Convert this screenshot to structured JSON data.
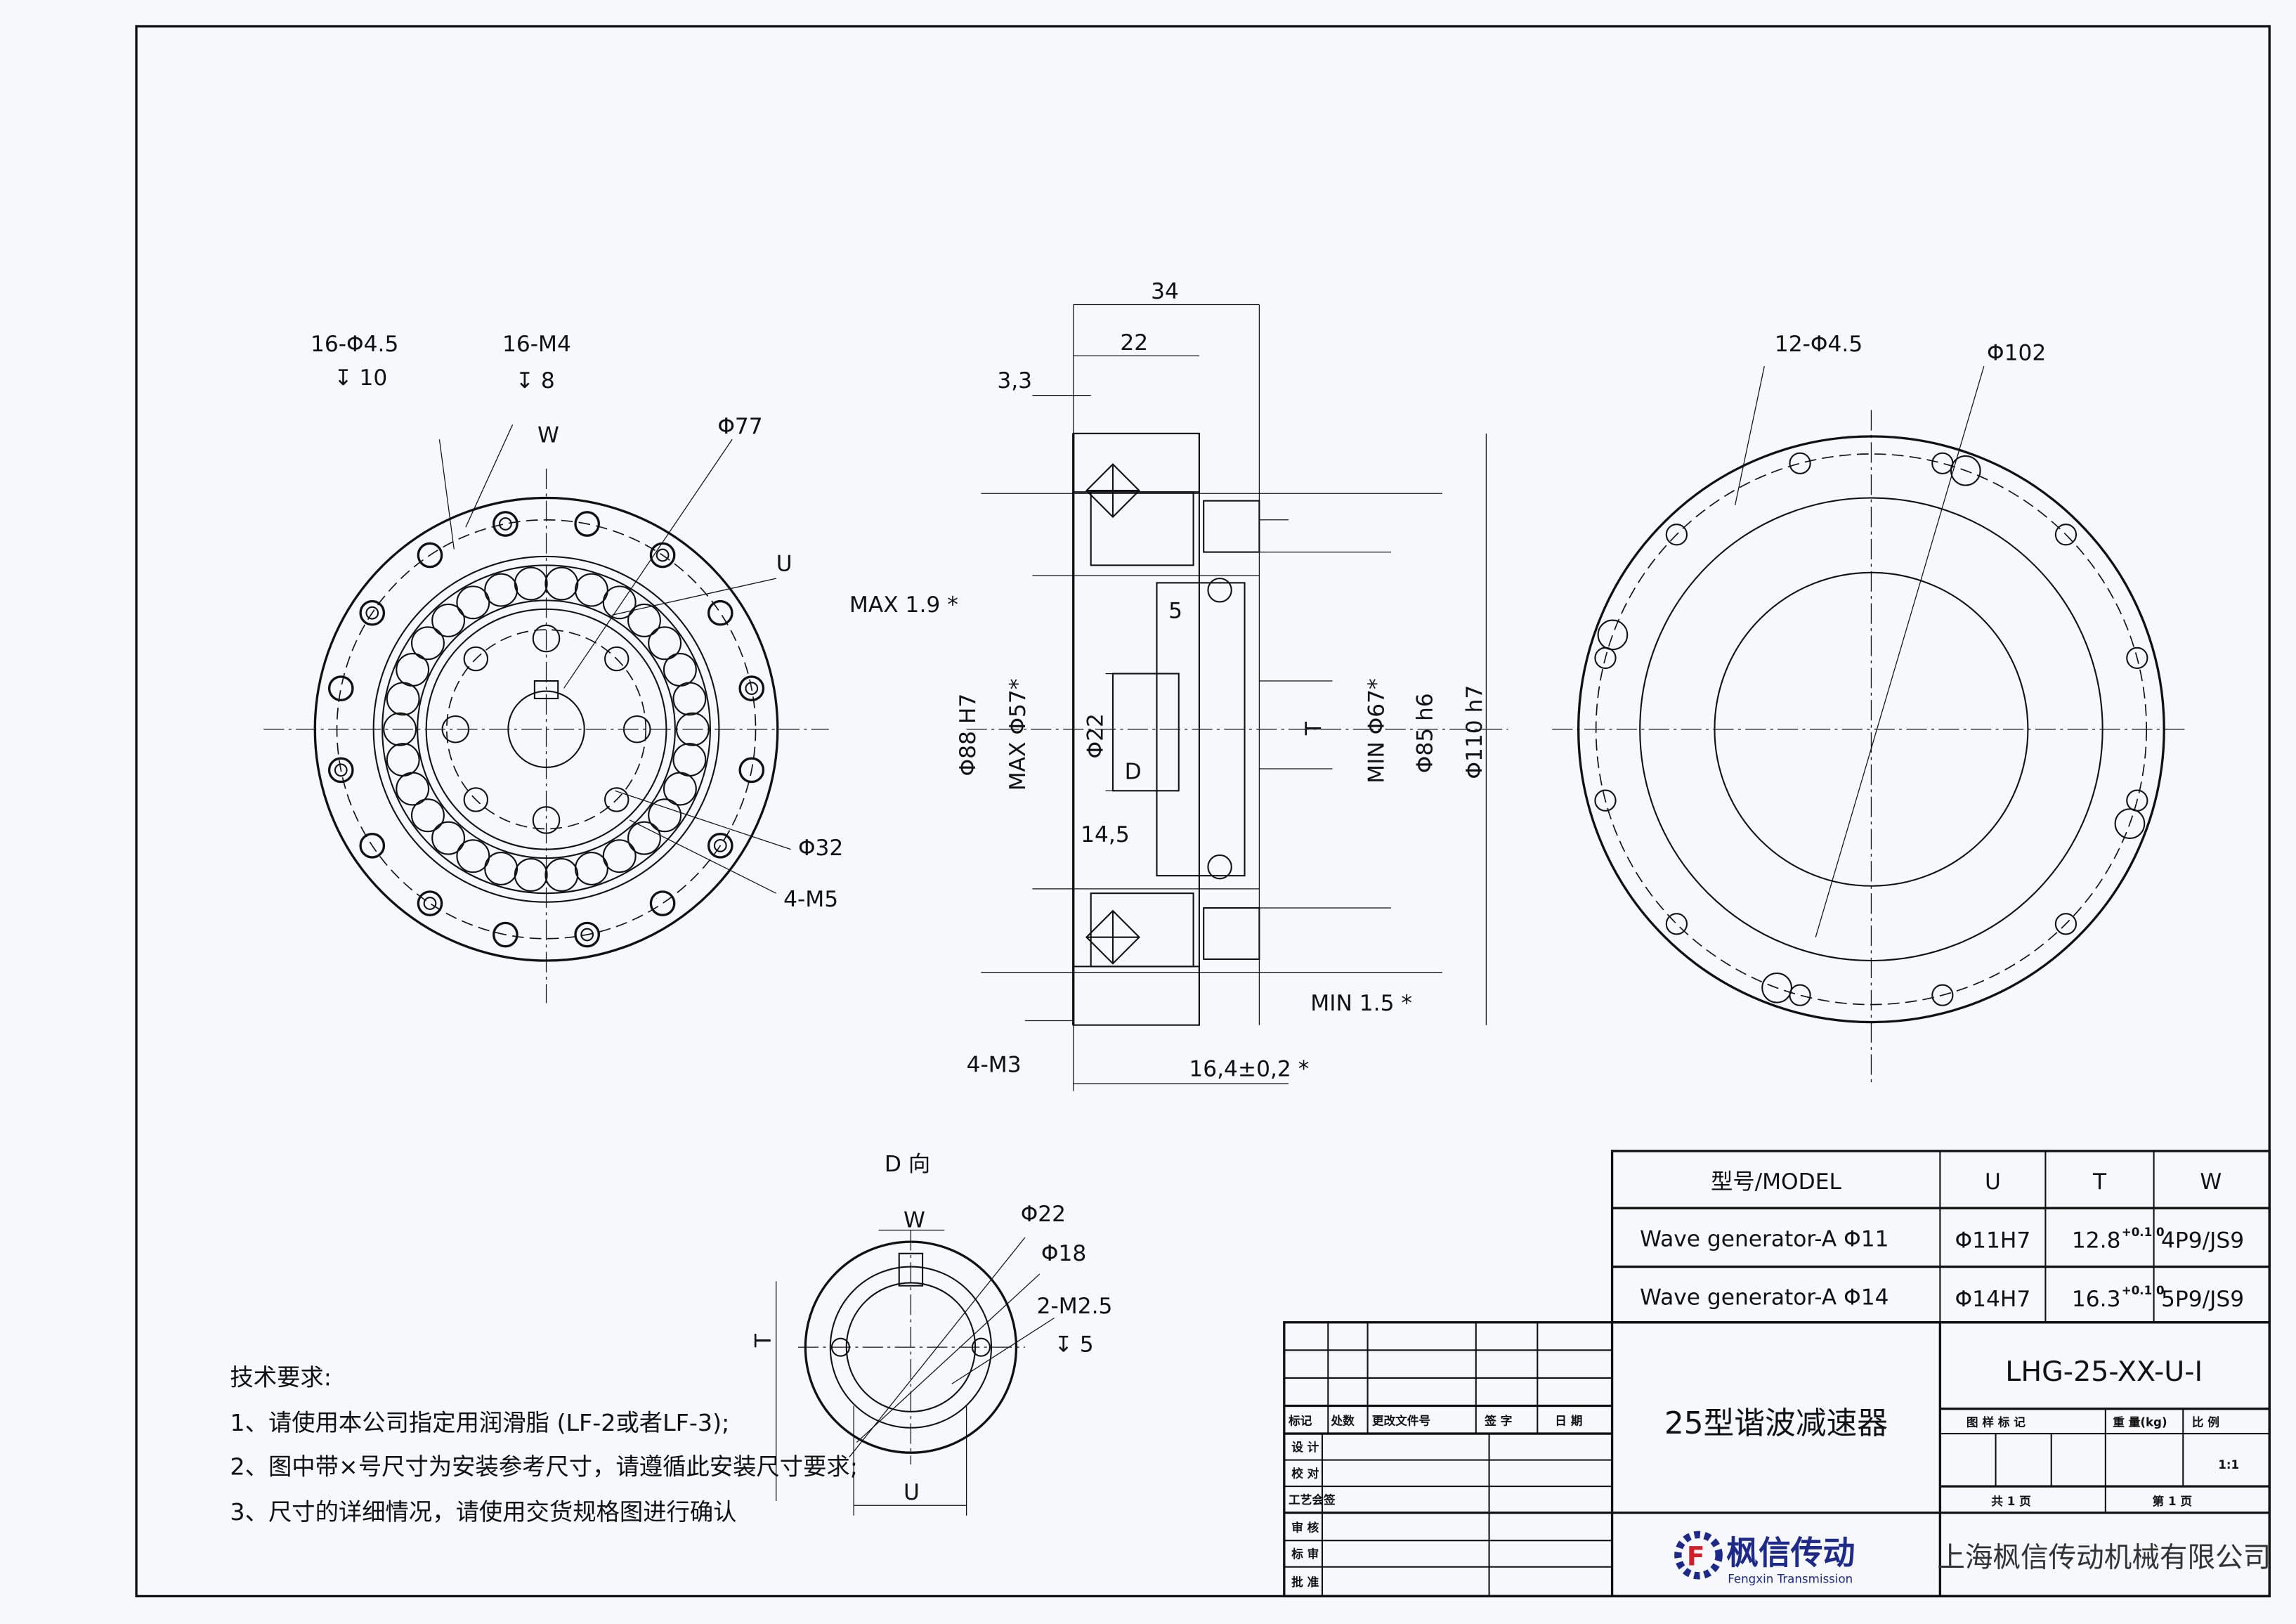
{
  "left_view": {
    "holes_a": "16-Φ4.5",
    "holes_a_depth": "↧ 10",
    "holes_b": "16-M4",
    "holes_b_depth": "↧ 8",
    "w": "W",
    "d77": "Φ77",
    "u": "U",
    "d32": "Φ32",
    "m5": "4-M5"
  },
  "section_view": {
    "l34": "34",
    "l22": "22",
    "l33": "3,3",
    "max19": "MAX 1.9 *",
    "l5": "5",
    "d88": "Φ88 H7",
    "max57": "MAX Φ57*",
    "d22": "Φ22",
    "d": "D",
    "l145": "14,5",
    "t": "T",
    "min67": "MIN Φ67*",
    "d85": "Φ85 h6",
    "d110": "Φ110 h7",
    "min15": "MIN 1.5 *",
    "m3": "4-M3",
    "l164": "16,4±0,2 *"
  },
  "right_view": {
    "holes": "12-Φ4.5",
    "d102": "Φ102"
  },
  "d_view": {
    "title": "D 向",
    "w": "W",
    "d22": "Φ22",
    "d18": "Φ18",
    "m25": "2-M2.5",
    "depth": "↧ 5",
    "t": "T",
    "u": "U"
  },
  "tech": {
    "title": "技术要求:",
    "items": [
      "1、请使用本公司指定用润滑脂 (LF-2或者LF-3);",
      "2、图中带×号尺寸为安装参考尺寸，请遵循此安装尺寸要求;",
      "3、尺寸的详细情况，请使用交货规格图进行确认"
    ]
  },
  "model_table": {
    "headers": [
      "型号/MODEL",
      "U",
      "T",
      "W"
    ],
    "rows": [
      [
        "Wave generator-A Φ11",
        "Φ11H7",
        "12.8",
        "+0.1 0",
        "4P9/JS9"
      ],
      [
        "Wave generator-A Φ14",
        "Φ14H7",
        "16.3",
        "+0.1 0",
        "5P9/JS9"
      ]
    ]
  },
  "title_block": {
    "name": "25型谐波减速器",
    "drawing_no": "LHG-25-XX-U-I",
    "rev_headers": [
      "标记",
      "处数",
      "更改文件号",
      "签 字",
      "日 期"
    ],
    "roles": [
      "设 计",
      "校 对",
      "工艺会签",
      "审 核",
      "标 审",
      "批 准"
    ],
    "info_headers": [
      "图 样 标 记",
      "重 量(kg)",
      "比 例"
    ],
    "scale": "1:1",
    "sheets_total": "共 1 页",
    "sheet_no": "第 1 页",
    "logo_cn": "枫信传动",
    "logo_en": "Fengxin Transmission",
    "company": "上海枫信传动机械有限公司",
    "brand_color": "#1e2a8a",
    "brand_red": "#d0202a"
  }
}
